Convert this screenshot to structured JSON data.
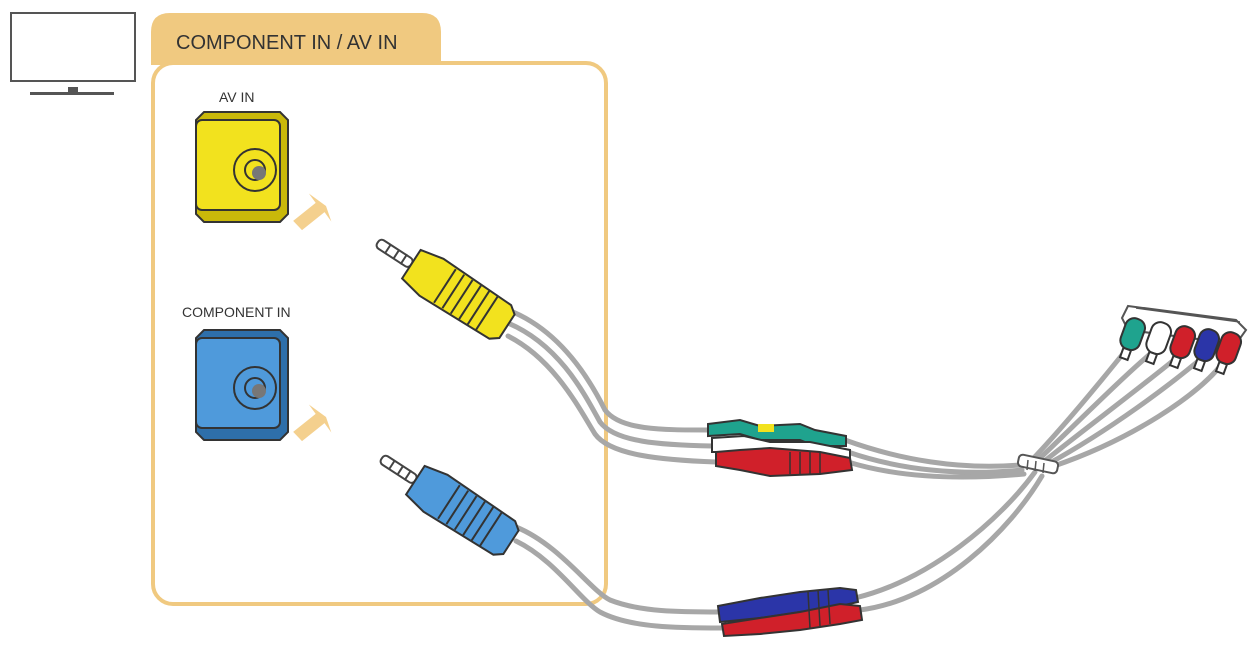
{
  "panel": {
    "title": "COMPONENT IN / AV IN",
    "accent_color": "#F0C980"
  },
  "ports": {
    "av_in": {
      "label": "AV IN",
      "color": "#F2E21E"
    },
    "component_in": {
      "label": "COMPONENT IN",
      "color": "#4F9ADB"
    }
  },
  "cables": {
    "plug_colors": [
      "#1FA38E",
      "#FFFFFF",
      "#D0202A",
      "#2B35A8",
      "#D0202A"
    ],
    "wire_color": "#A7A7A7"
  },
  "icons": [
    "tv-icon",
    "insert-arrow-icon"
  ]
}
